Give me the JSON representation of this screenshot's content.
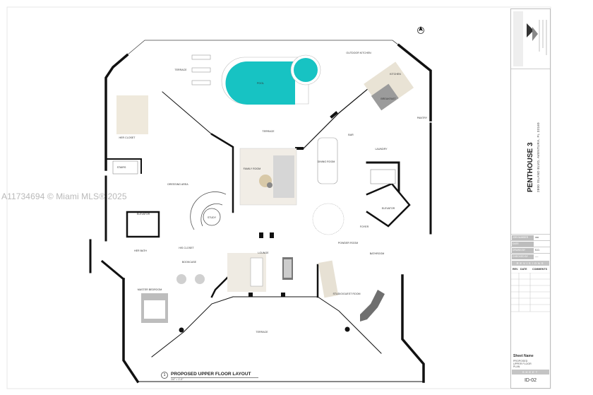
{
  "watermark": "A11734694 © Miami MLS® 2025",
  "plan": {
    "title_number": "1",
    "title": "PROPOSED UPPER FLOOR LAYOUT",
    "scale": "1/4\" = 1'-0\"",
    "rooms": {
      "pool": "POOL",
      "terrace_top": "TERRACE",
      "terrace_upper_left": "TERRACE",
      "family_room": "FAMILY ROOM",
      "dining_room": "DINING ROOM",
      "breakfast": "BREAKFAST",
      "outdoor_kitchen": "OUTDOOR KITCHEN",
      "kitchen": "KITCHEN",
      "pantry": "PANTRY",
      "lounge": "LOUNGE",
      "study": "STUDY",
      "master_bedroom": "MASTER BEDROOM",
      "her_bath": "HER BATH",
      "his_closet": "HIS CLOSET",
      "her_closet": "HER CLOSET",
      "bookcase": "BOOKCASE",
      "elevator_left": "ELEVATOR",
      "elevator_right": "ELEVATOR",
      "stairs": "STAIRS",
      "dressing_area": "DRESSING AREA",
      "foyer": "FOYER",
      "bathroom": "BATHROOM",
      "powder_room": "POWDER ROOM",
      "studio_guest_room": "STUDIO/GUEST ROOM",
      "terrace_bottom": "TERRACE",
      "bar": "BAR",
      "laundry": "LAUNDRY"
    },
    "colors": {
      "pool": "#17c3c3",
      "wall": "#111111",
      "floor_accent": "#e8e2d6",
      "furniture": "#cfcfcf"
    }
  },
  "title_block": {
    "project": "PENTHOUSE 3",
    "address": "2800 ISLAND BLVD, AVENTURA, FL 33160",
    "fields": [
      {
        "key": "JOB NUMBER",
        "value": "xxx"
      },
      {
        "key": "DATE",
        "value": ""
      },
      {
        "key": "DRAWN BY",
        "value": "S.D."
      },
      {
        "key": "CHECKED BY",
        "value": "----"
      }
    ],
    "revisions_label": "REVISIONS",
    "revision_columns": [
      "REV.",
      "DATE",
      "COMMENTS"
    ],
    "sheet_name_label": "Sheet Name",
    "sheet_name": "PROPOSED UPPER FLOOR PLAN",
    "sheet_label": "SHEET",
    "sheet_number": "ID-02"
  }
}
